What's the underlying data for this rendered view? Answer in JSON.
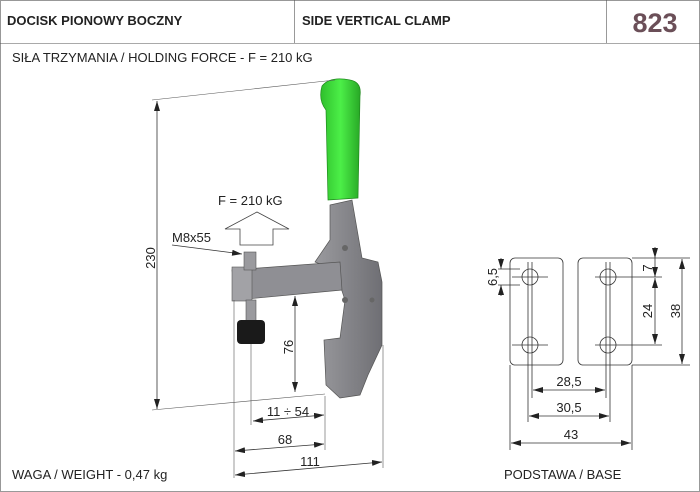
{
  "header": {
    "title_pl": "DOCISK PIONOWY BOCZNY",
    "title_en": "SIDE VERTICAL CLAMP",
    "number": "823"
  },
  "holding_force": "SIŁA TRZYMANIA / HOLDING FORCE - F = 210 kG",
  "weight": "WAGA / WEIGHT - 0,47 kg",
  "base_label": "PODSTAWA / BASE",
  "clamp": {
    "force_label": "F = 210 kG",
    "screw_label": "M8x55",
    "dims": {
      "height": "230",
      "spindle_height": "76",
      "spindle_range": "11 ÷ 54",
      "arm": "68",
      "total": "111"
    }
  },
  "base": {
    "dims": {
      "hole_dia": "6,5",
      "top_offset": "7",
      "hole_spacing_v": "24",
      "height": "38",
      "inner": "28,5",
      "outer_holes": "30,5",
      "width": "43"
    }
  },
  "colors": {
    "handle": "#3ddc3a",
    "body": "#8a8a8e",
    "number": "#6b4f58"
  }
}
